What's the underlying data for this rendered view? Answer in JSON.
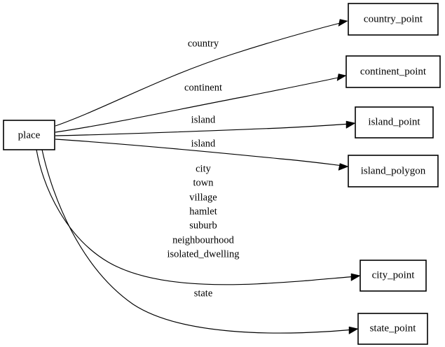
{
  "diagram": {
    "type": "directed-graph",
    "background_color": "#ffffff",
    "line_color": "#000000",
    "text_color": "#000000",
    "source_node": {
      "id": "place",
      "label": "place"
    },
    "target_nodes": [
      {
        "id": "country_point",
        "label": "country_point"
      },
      {
        "id": "continent_point",
        "label": "continent_point"
      },
      {
        "id": "island_point",
        "label": "island_point"
      },
      {
        "id": "island_polygon",
        "label": "island_polygon"
      },
      {
        "id": "city_point",
        "label": "city_point"
      },
      {
        "id": "state_point",
        "label": "state_point"
      }
    ],
    "edges": [
      {
        "from": "place",
        "to": "country_point",
        "label": "country"
      },
      {
        "from": "place",
        "to": "continent_point",
        "label": "continent"
      },
      {
        "from": "place",
        "to": "island_point",
        "label": "island"
      },
      {
        "from": "place",
        "to": "island_polygon",
        "label": "island"
      },
      {
        "from": "place",
        "to": "city_point",
        "label_lines": [
          "city",
          "town",
          "village",
          "hamlet",
          "suburb",
          "neighbourhood",
          "isolated_dwelling"
        ]
      },
      {
        "from": "place",
        "to": "state_point",
        "label": "state"
      }
    ],
    "edge_labels": {
      "country": "country",
      "continent": "continent",
      "island_a": "island",
      "island_b": "island",
      "city_line_1": "city",
      "city_line_2": "town",
      "city_line_3": "village",
      "city_line_4": "hamlet",
      "city_line_5": "suburb",
      "city_line_6": "neighbourhood",
      "city_line_7": "isolated_dwelling",
      "state": "state"
    }
  }
}
